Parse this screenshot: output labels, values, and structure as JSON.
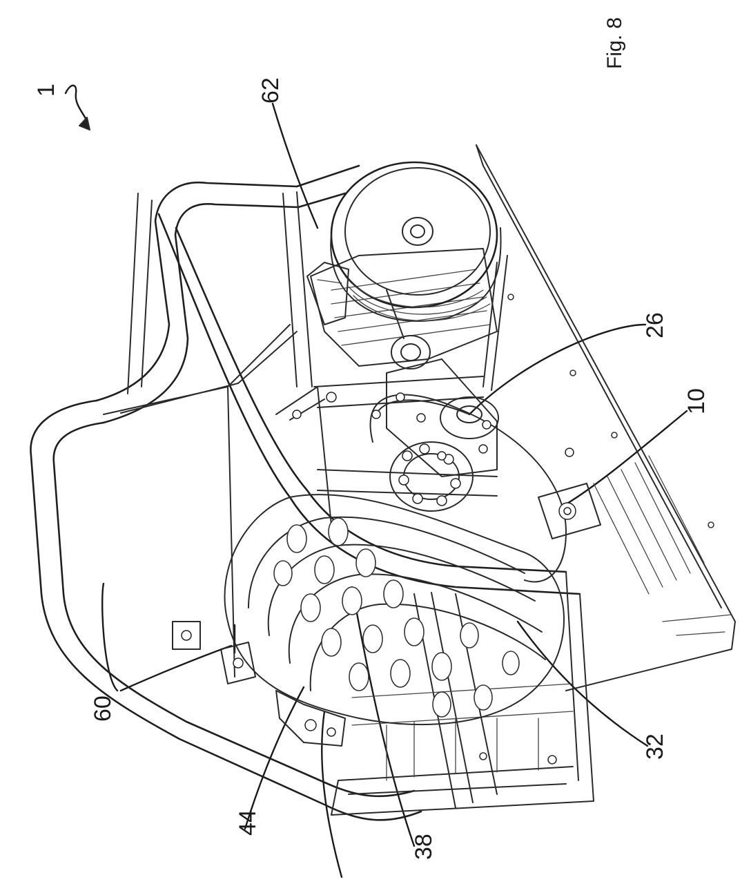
{
  "figure": {
    "label": "Fig. 8"
  },
  "reference_numerals": [
    {
      "id": "1",
      "text": "1"
    },
    {
      "id": "62",
      "text": "62"
    },
    {
      "id": "26",
      "text": "26"
    },
    {
      "id": "10",
      "text": "10"
    },
    {
      "id": "60",
      "text": "60"
    },
    {
      "id": "32",
      "text": "32"
    },
    {
      "id": "44",
      "text": "44"
    },
    {
      "id": "38",
      "text": "38"
    }
  ]
}
